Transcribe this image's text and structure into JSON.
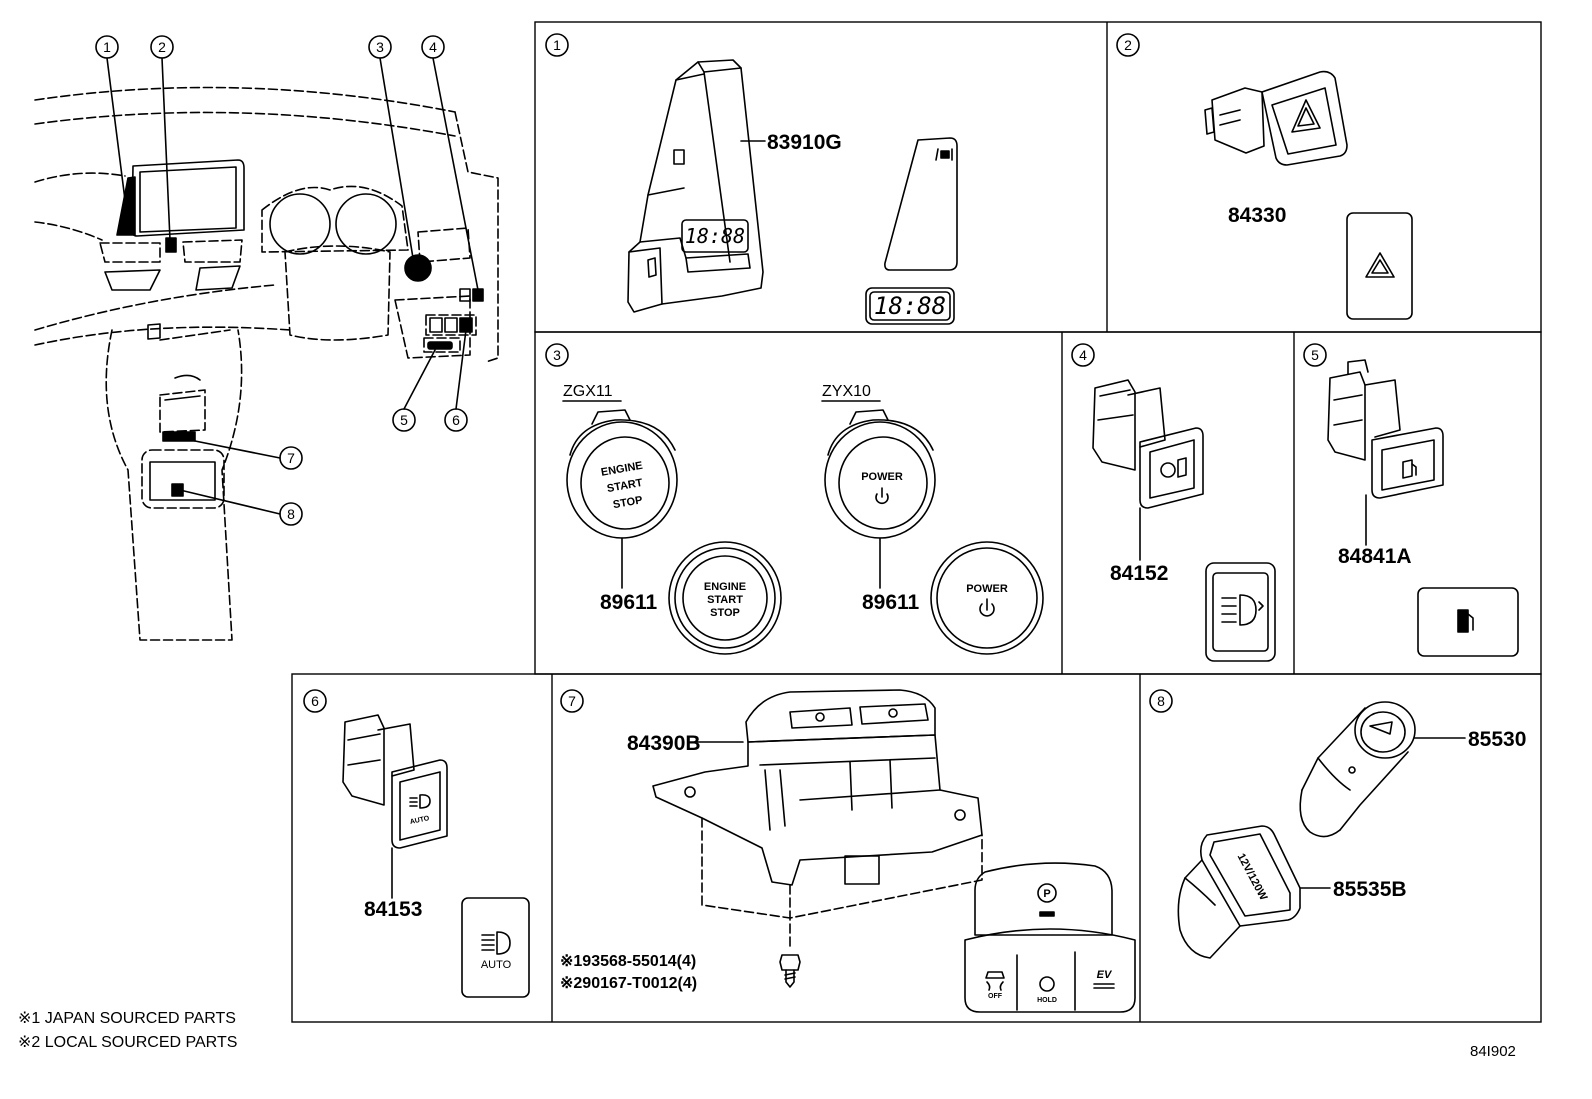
{
  "overview": {
    "callouts": [
      "1",
      "2",
      "3",
      "4",
      "5",
      "6",
      "7",
      "8"
    ]
  },
  "panels": {
    "p1": {
      "label": "1",
      "part": "83910G",
      "clock_readout": "18:88",
      "icon_readout": "18:88"
    },
    "p2": {
      "label": "2",
      "part": "84330"
    },
    "p3": {
      "label": "3",
      "left": {
        "model": "ZGX11",
        "part": "89611",
        "knob_text": [
          "ENGINE",
          "START",
          "STOP"
        ],
        "icon_text": [
          "ENGINE",
          "START",
          "STOP"
        ]
      },
      "right": {
        "model": "ZYX10",
        "part": "89611",
        "knob_text": "POWER",
        "icon_text": "POWER"
      }
    },
    "p4": {
      "label": "4",
      "part": "84152"
    },
    "p5": {
      "label": "5",
      "part": "84841A"
    },
    "p6": {
      "label": "6",
      "part": "84153",
      "switch_text": "AUTO",
      "icon_text": "AUTO"
    },
    "p7": {
      "label": "7",
      "part": "84390B",
      "fasteners": [
        "※193568-55014(4)",
        "※290167-T0012(4)"
      ],
      "icon": {
        "parking": "P",
        "off": "OFF",
        "hold": "HOLD",
        "ev": "EV"
      }
    },
    "p8": {
      "label": "8",
      "socket_part": "85530",
      "outlet_part": "85535B",
      "outlet_text": "12V/120W"
    }
  },
  "notes": [
    "※1 JAPAN SOURCED PARTS",
    "※2 LOCAL SOURCED PARTS"
  ],
  "diagram_code": "84I902"
}
